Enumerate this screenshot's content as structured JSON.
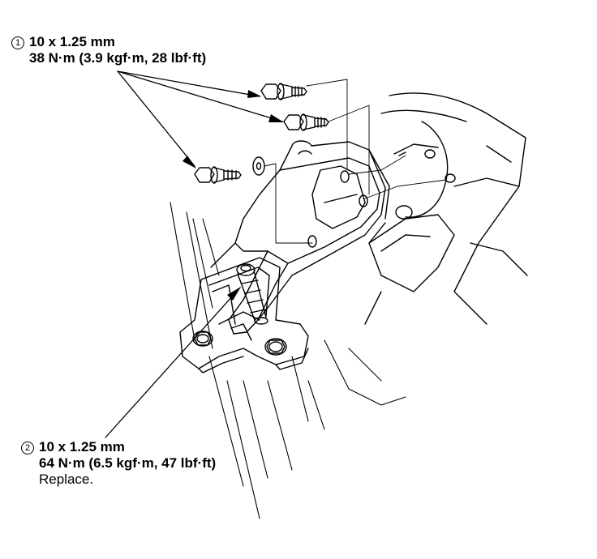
{
  "callouts": [
    {
      "number": "1",
      "spec": "10 x 1.25 mm",
      "torque": "38 N·m (3.9 kgf·m, 28 lbf·ft)",
      "note": ""
    },
    {
      "number": "2",
      "spec": "10 x 1.25 mm",
      "torque": "64 N·m (6.5 kgf·m, 47 lbf·ft)",
      "note": "Replace."
    }
  ],
  "colors": {
    "line": "#000000",
    "background": "#ffffff"
  }
}
